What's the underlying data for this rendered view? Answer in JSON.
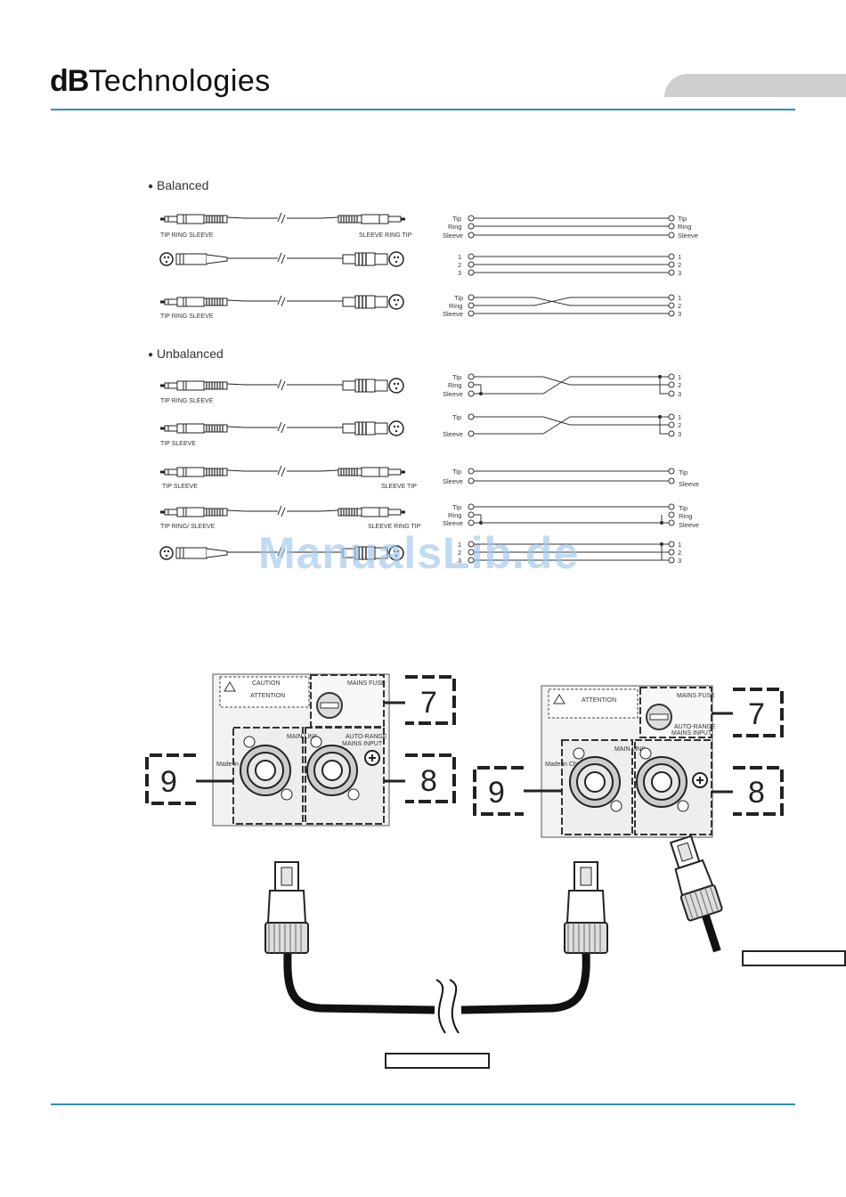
{
  "header": {
    "brand_bold": "dB",
    "brand_rest": "Technologies"
  },
  "sections": {
    "balanced": "Balanced",
    "unbalanced": "Unbalanced"
  },
  "cable_captions": {
    "tip_ring_sleeve": "TIP RING SLEEVE",
    "sleeve_ring_tip": "SLEEVE RING TIP",
    "tip_sleeve": "TIP SLEEVE",
    "sleeve_tip": "SLEEVE TIP",
    "tip_ring_sleeve_slash": "TIP RING/ SLEEVE"
  },
  "pin_labels": {
    "tip": "Tip",
    "ring": "Ring",
    "sleeve": "Sleeve",
    "pin1": "1",
    "pin2": "2",
    "pin3": "3"
  },
  "watermark": "ManualsLib.de",
  "callouts": {
    "mains_fuse": "7",
    "mains_input": "8",
    "mains_link": "9"
  },
  "panel_text": {
    "mains_fuse": "MAINS FUSE",
    "main_link": "MAIN LINK",
    "auto_range": "AUTO-RANGE",
    "mains_input": "MAINS INPUT",
    "caution": "CAUTION",
    "attention": "ATTENTION",
    "made_in": "Made in China"
  }
}
